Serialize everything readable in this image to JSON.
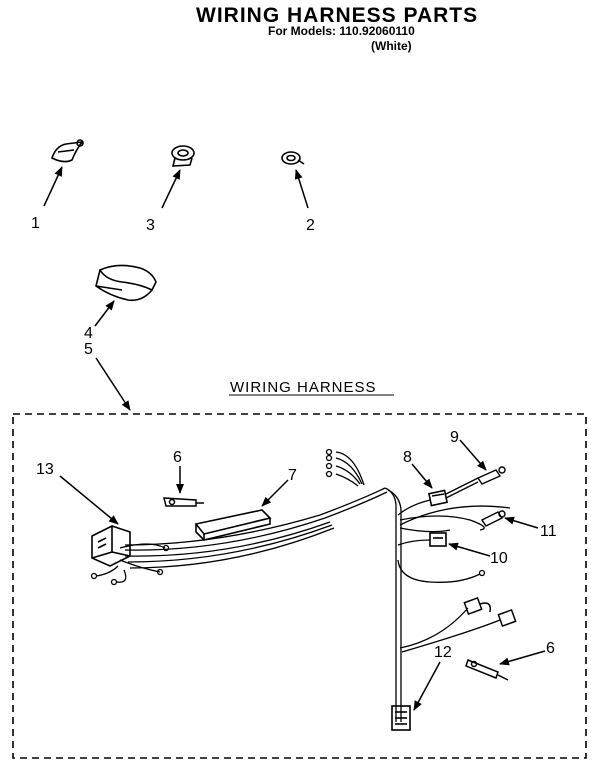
{
  "header": {
    "title": "WIRING HARNESS PARTS",
    "models_line": "For Models: 110.92060110",
    "color_line": "(White)"
  },
  "section_label": "WIRING HARNESS",
  "callouts": {
    "c1": "1",
    "c2": "2",
    "c3": "3",
    "c4": "4",
    "c5": "5",
    "c6a": "6",
    "c6b": "6",
    "c7": "7",
    "c8": "8",
    "c9": "9",
    "c10": "10",
    "c11": "11",
    "c12": "12",
    "c13": "13"
  },
  "parts": [
    {
      "label": "1",
      "icon": "clip-icon"
    },
    {
      "label": "2",
      "icon": "grommet-icon"
    },
    {
      "label": "3",
      "icon": "tie-icon"
    },
    {
      "label": "4",
      "icon": "shield-icon"
    },
    {
      "label": "5",
      "icon": "wiring-harness-icon"
    },
    {
      "label": "6",
      "icon": "terminal-icon"
    },
    {
      "label": "7",
      "icon": "sleeve-icon"
    },
    {
      "label": "8",
      "icon": "connector-icon"
    },
    {
      "label": "9",
      "icon": "terminal-icon"
    },
    {
      "label": "10",
      "icon": "connector-icon"
    },
    {
      "label": "11",
      "icon": "terminal-icon"
    },
    {
      "label": "12",
      "icon": "connector-block-icon"
    },
    {
      "label": "13",
      "icon": "plug-connector-icon"
    }
  ]
}
